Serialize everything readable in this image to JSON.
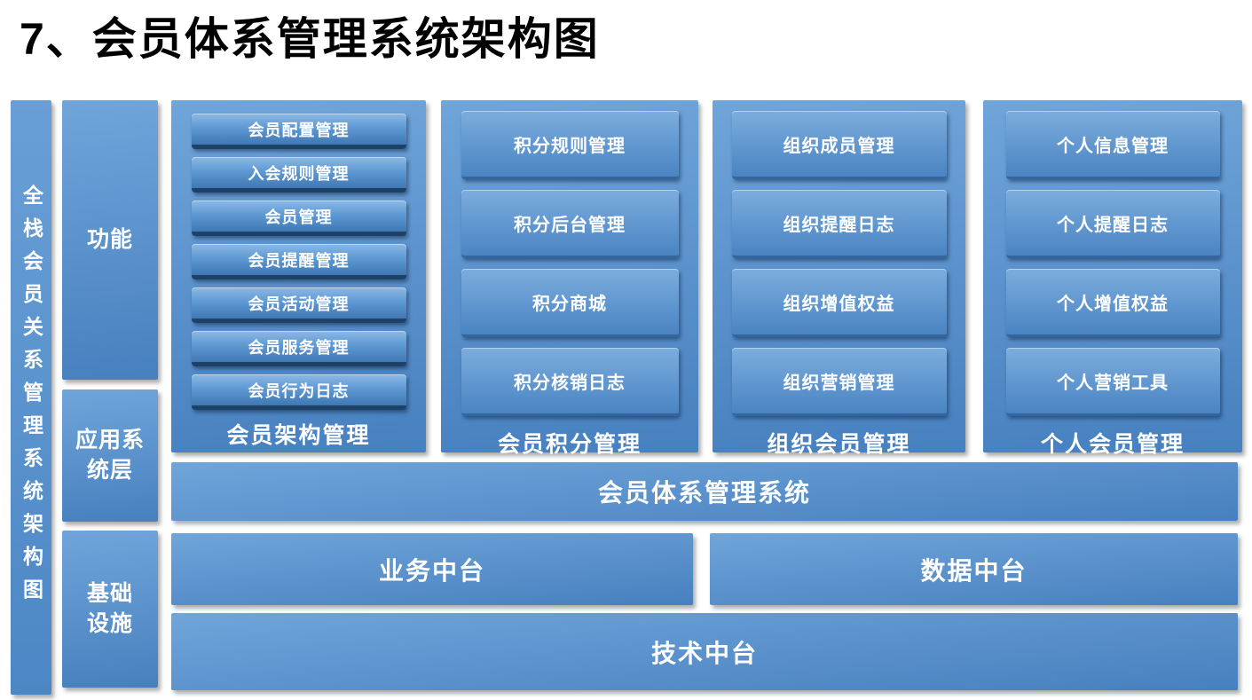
{
  "title": "7、会员体系管理系统架构图",
  "left_banner": {
    "label": "全栈会员关系管理系统架构图"
  },
  "side_layers": {
    "function": {
      "label": "功能"
    },
    "application": {
      "label": "应用系\n统层"
    },
    "infrastructure": {
      "label": "基础\n设施"
    }
  },
  "groups": [
    {
      "label": "会员架构管理",
      "items": [
        "会员配置管理",
        "入会规则管理",
        "会员管理",
        "会员提醒管理",
        "会员活动管理",
        "会员服务管理",
        "会员行为日志"
      ]
    },
    {
      "label": "会员积分管理",
      "items": [
        "积分规则管理",
        "积分后台管理",
        "积分商城",
        "积分核销日志"
      ]
    },
    {
      "label": "组织会员管理",
      "items": [
        "组织成员管理",
        "组织提醒日志",
        "组织增值权益",
        "组织营销管理"
      ]
    },
    {
      "label": "个人会员管理",
      "items": [
        "个人信息管理",
        "个人提醒日志",
        "个人增值权益",
        "个人营销工具"
      ]
    }
  ],
  "system_bar": {
    "label": "会员体系管理系统"
  },
  "platform_bars": {
    "business": {
      "label": "业务中台"
    },
    "data": {
      "label": "数据中台"
    },
    "technology": {
      "label": "技术中台"
    }
  },
  "colors": {
    "box_gradient_top": "#70a5da",
    "box_gradient_bottom": "#4780bf",
    "item_small_top": "#8cb9e4",
    "item_small_bottom": "#3f77b2",
    "item_small_edge": "#1d4167",
    "item_med_top": "#7cadde",
    "item_med_bottom": "#4a84c2",
    "text_on_blue": "#ffffff",
    "title_text": "#000000",
    "background": "#ffffff"
  }
}
